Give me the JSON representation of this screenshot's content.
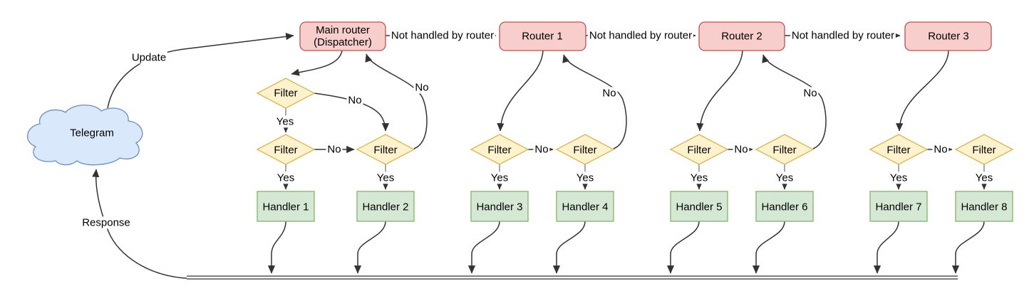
{
  "diagram": {
    "telegram_label": "Telegram",
    "dispatcher": {
      "line1": "Main router",
      "line2": "(Dispatcher)"
    },
    "routers": [
      "Router 1",
      "Router 2",
      "Router 3"
    ],
    "filter_label": "Filter",
    "handlers": [
      "Handler 1",
      "Handler 2",
      "Handler 3",
      "Handler 4",
      "Handler 5",
      "Handler 6",
      "Handler 7",
      "Handler 8"
    ],
    "labels": {
      "update": "Update",
      "response": "Response",
      "yes": "Yes",
      "no": "No",
      "not_handled": "Not handled by router"
    },
    "colors": {
      "router_fill": "#f8cecc",
      "router_stroke": "#b85450",
      "filter_fill": "#fff2cc",
      "filter_stroke": "#d6b656",
      "handler_fill": "#d5e8d4",
      "handler_stroke": "#82b366",
      "cloud_fill": "#dae8fc",
      "cloud_stroke": "#6c8ebf",
      "edge": "#333333"
    }
  }
}
